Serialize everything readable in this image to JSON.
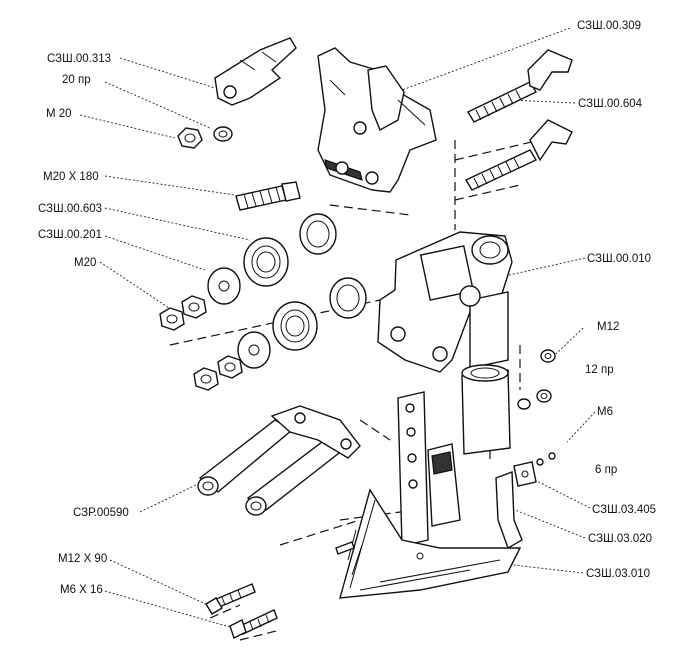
{
  "labels": {
    "csh_00_313": "СЗШ.00.313",
    "pr_20": "20 пр",
    "m20_a": "М 20",
    "m20x180": "М20 Х 180",
    "csh_00_603": "СЗШ.00.603",
    "csh_00_201": "СЗШ.00.201",
    "m20_b": "М20",
    "csh_00_309": "СЗШ.00.309",
    "csh_00_604": "СЗШ.00.604",
    "csh_00_010": "СЗШ.00.010",
    "m12": "М12",
    "pr_12": "12 пр",
    "m6": "М6",
    "pr_6": "6 пр",
    "csh_03_405": "СЗШ.03.405",
    "csh_03_020": "СЗШ.03.020",
    "csh_03_010": "СЗШ.03.010",
    "czr_00590": "СЗР.00590",
    "m12x90": "М12 Х 90",
    "m6x16": "М6 Х 16"
  }
}
